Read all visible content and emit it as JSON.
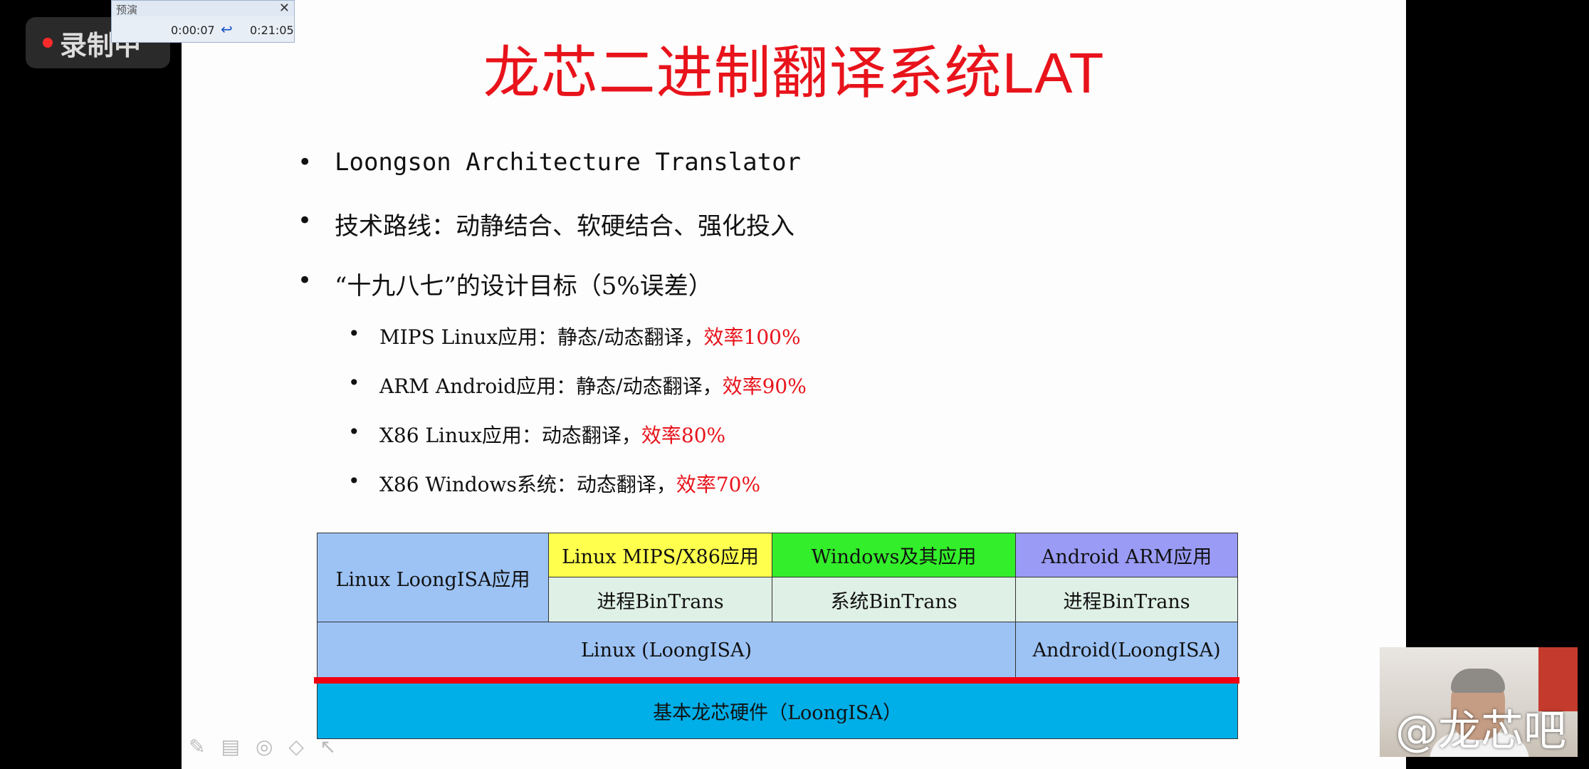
{
  "recording": {
    "label": "录制中"
  },
  "preview_window": {
    "title": "预演",
    "elapsed": "0:00:07",
    "total": "0:21:05"
  },
  "slide": {
    "title": "龙芯二进制翻译系统LAT",
    "bullets": [
      "Loongson Architecture Translator",
      "技术路线：动静结合、软硬结合、强化投入",
      "“十九八七”的设计目标（5%误差）"
    ],
    "sub_bullets": [
      {
        "text": "MIPS Linux应用：静态/动态翻译，",
        "rate": "效率100%"
      },
      {
        "text": "ARM Android应用：静态/动态翻译，",
        "rate": "效率90%"
      },
      {
        "text": "X86 Linux应用：动态翻译，",
        "rate": "效率80%"
      },
      {
        "text": "X86 Windows系统：动态翻译，",
        "rate": "效率70%"
      }
    ]
  },
  "architecture": {
    "linux_loongisa_apps": "Linux LoongISA应用",
    "linux_mips_x86_apps": "Linux MIPS/X86应用",
    "windows_apps": "Windows及其应用",
    "android_arm_apps": "Android ARM应用",
    "process_bintrans_1": "进程BinTrans",
    "system_bintrans": "系统BinTrans",
    "process_bintrans_2": "进程BinTrans",
    "linux_loongisa": "Linux (LoongISA)",
    "android_loongisa": "Android(LoongISA)",
    "hardware": "基本龙芯硬件（LoongISA）",
    "colors": {
      "light_blue": "#9dc3f5",
      "yellow": "#ffff4d",
      "green": "#33ee2a",
      "purple": "#9a9bf5",
      "mint": "#dff0e6",
      "cyan": "#00aee8",
      "red_line": "#f00010"
    }
  },
  "webcam": {
    "watermark": "@龙芯吧"
  },
  "toolbar_icons": [
    "pen-icon",
    "grid-icon",
    "lasso-icon",
    "eraser-icon",
    "pointer-icon"
  ]
}
